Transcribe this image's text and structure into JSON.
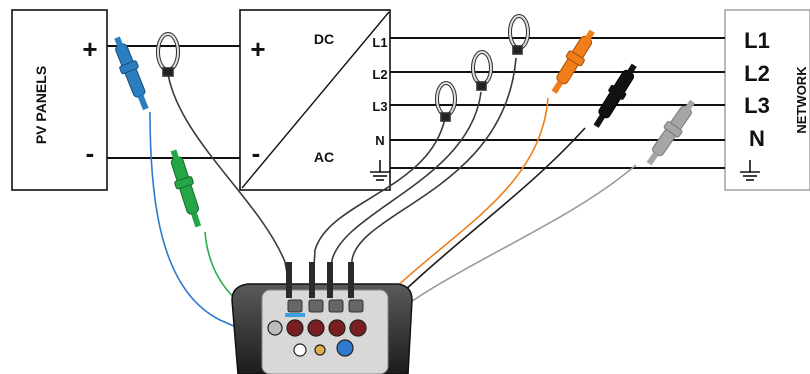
{
  "pv_box": {
    "title": "PV PANELS",
    "plus": "+",
    "minus": "-"
  },
  "inverter_box": {
    "plus": "+",
    "minus": "-",
    "dc_label": "DC",
    "ac_label": "AC",
    "terminals": [
      "L1",
      "L2",
      "L3",
      "N"
    ]
  },
  "network_box": {
    "title": "NETWORK",
    "lines": [
      "L1",
      "L2",
      "L3",
      "N"
    ]
  },
  "ground_symbol": "ground-icon",
  "probe_colors": {
    "dc_plus_clip": "#2b7fc1",
    "dc_minus_clip": "#25a646",
    "l1_clip": "#f07f1a",
    "l2_clip": "#111111",
    "l3_clip": "#a6a6a6",
    "current_clamp": "#e9e9e9"
  },
  "wire_colors": {
    "blue": "#2d7ad0",
    "green": "#29b04b",
    "orange": "#f07f1a",
    "black": "#1a1a1a",
    "gray": "#9a9a9a",
    "clamp_cable": "#3a3a3a"
  }
}
